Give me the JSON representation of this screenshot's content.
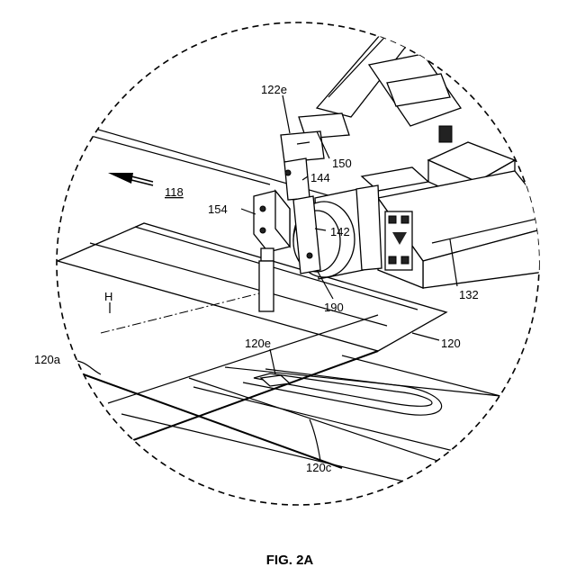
{
  "figure": {
    "caption": "FIG. 2A",
    "labels": {
      "ref_122e": "122e",
      "ref_150": "150",
      "ref_144": "144",
      "ref_118": "118",
      "ref_154": "154",
      "ref_142": "142",
      "ref_132": "132",
      "ref_190": "190",
      "ref_H": "H",
      "ref_120": "120",
      "ref_120e": "120e",
      "ref_120a": "120a",
      "ref_120c": "120c"
    }
  }
}
